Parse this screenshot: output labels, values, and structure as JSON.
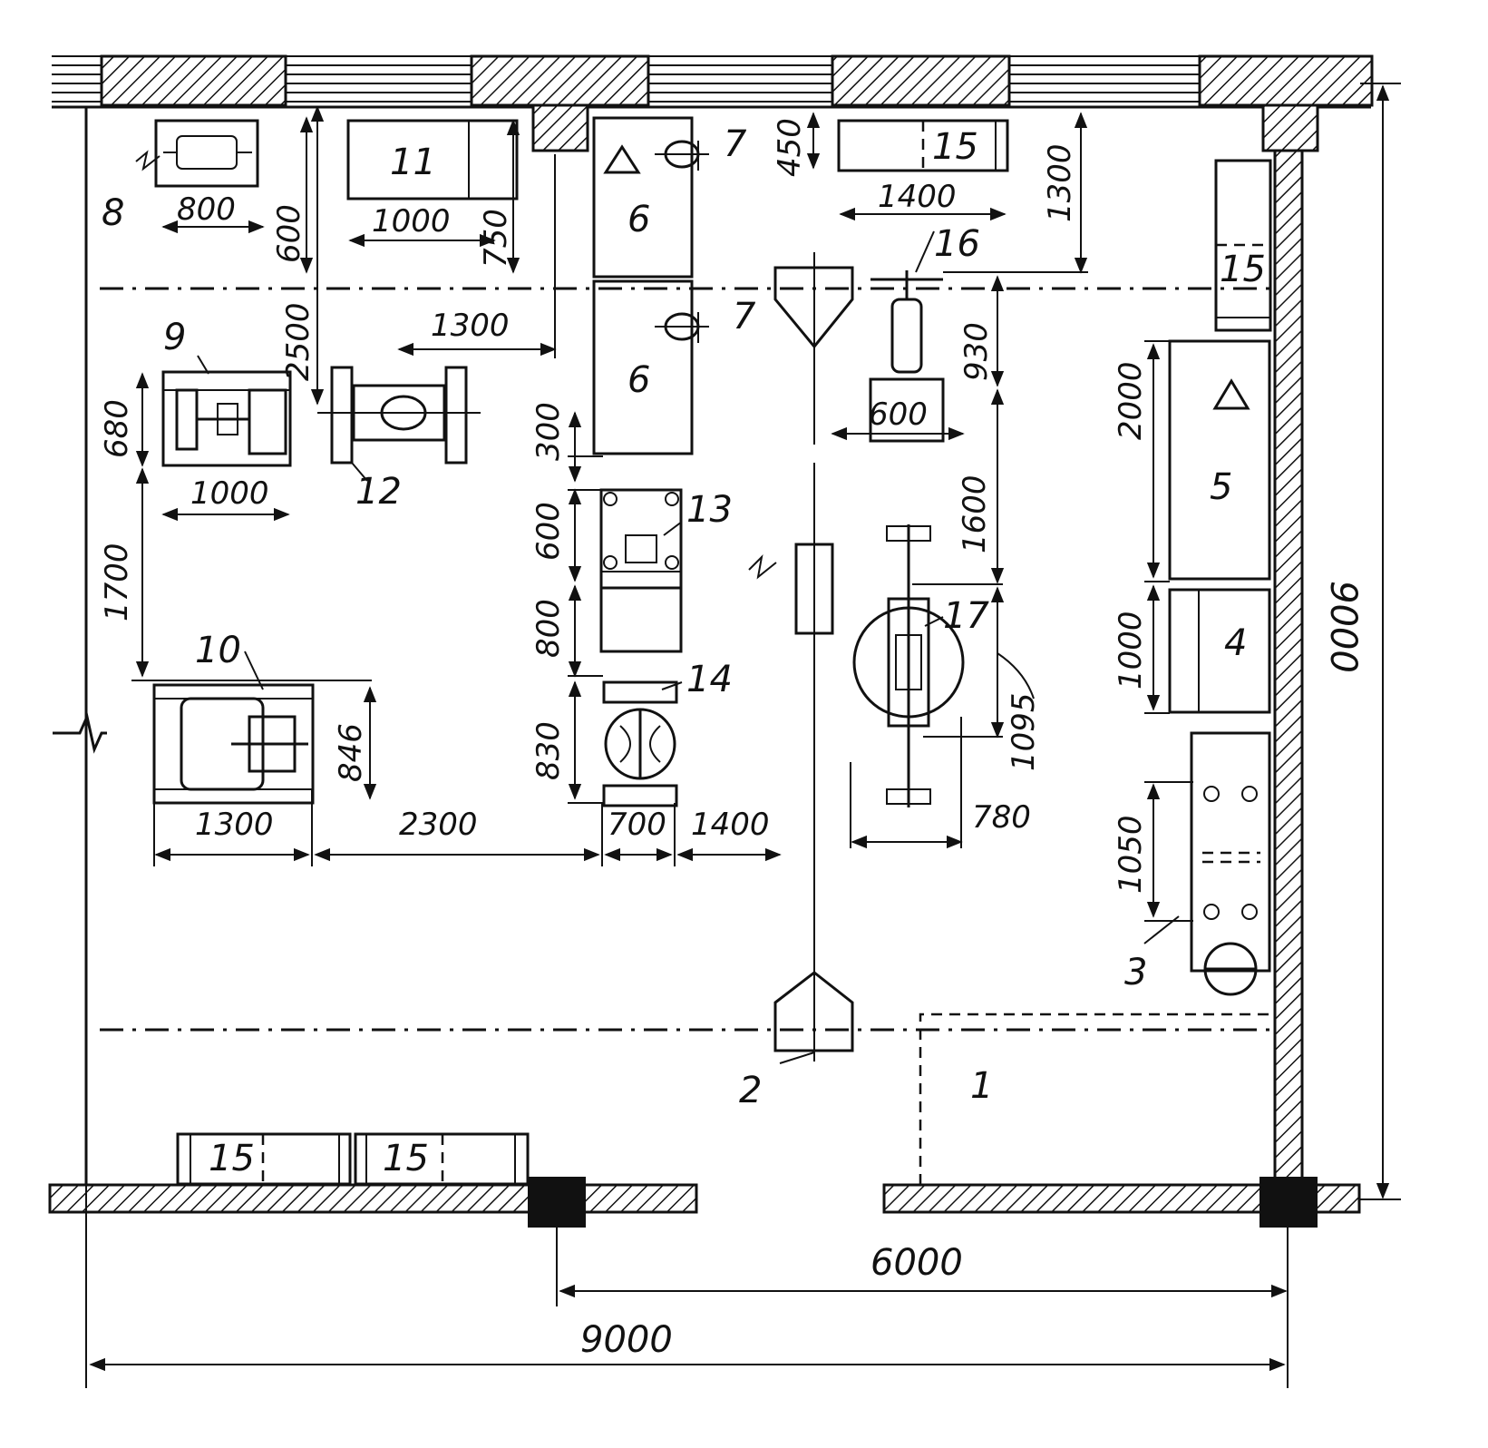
{
  "labels": {
    "l1": "1",
    "l2": "2",
    "l3": "3",
    "l4": "4",
    "l5": "5",
    "l6a": "6",
    "l6b": "6",
    "l7a": "7",
    "l7b": "7",
    "l8": "8",
    "l9": "9",
    "l10": "10",
    "l11": "11",
    "l12": "12",
    "l13": "13",
    "l14": "14",
    "l15a": "15",
    "l15b": "15",
    "l15c": "15",
    "l15d": "15",
    "l16": "16",
    "l17": "17"
  },
  "dimensions": {
    "d800": "800",
    "d600a": "600",
    "d1000a": "1000",
    "d750": "750",
    "d450": "450",
    "d1400a": "1400",
    "d1300a": "1300",
    "d2500": "2500",
    "d1300b": "1300",
    "d930": "930",
    "d600b": "600",
    "d680": "680",
    "d1000b": "1000",
    "d300": "300",
    "d600c": "600",
    "d800b": "800",
    "d830": "830",
    "d1700": "1700",
    "d846": "846",
    "d1300c": "1300",
    "d2300": "2300",
    "d700": "700",
    "d1400b": "1400",
    "d1600": "1600",
    "d1095": "1095",
    "d780": "780",
    "d2000": "2000",
    "d1000c": "1000",
    "d1050": "1050",
    "d9000v": "9000",
    "d6000": "6000",
    "d9000h": "9000"
  }
}
